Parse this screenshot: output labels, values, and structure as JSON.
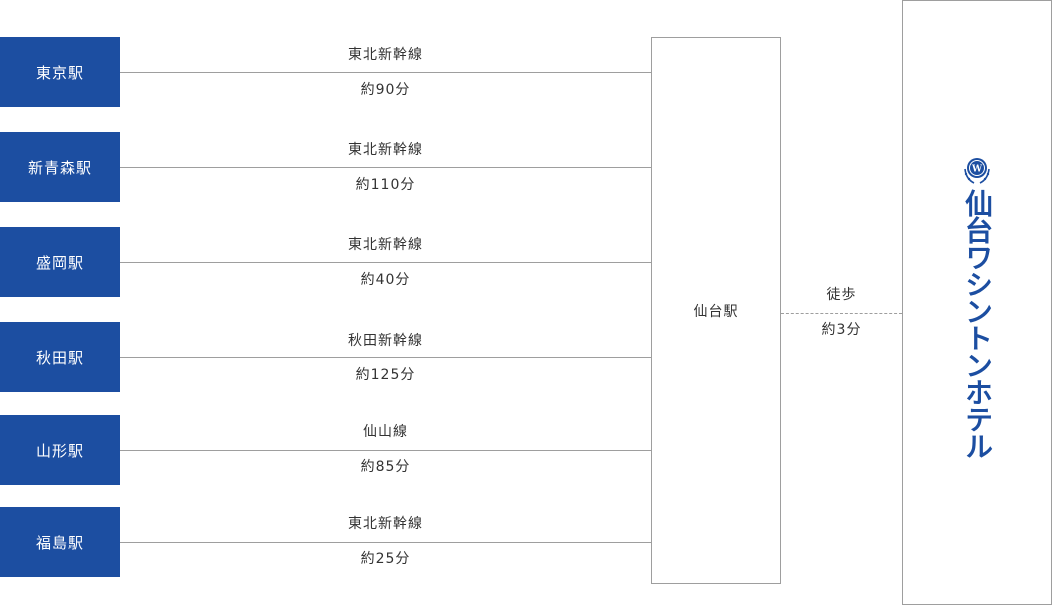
{
  "routes": [
    {
      "origin": "東京駅",
      "line": "東北新幹線",
      "time": "約90分"
    },
    {
      "origin": "新青森駅",
      "line": "東北新幹線",
      "time": "約110分"
    },
    {
      "origin": "盛岡駅",
      "line": "東北新幹線",
      "time": "約40分"
    },
    {
      "origin": "秋田駅",
      "line": "秋田新幹線",
      "time": "約125分"
    },
    {
      "origin": "山形駅",
      "line": "仙山線",
      "time": "約85分"
    },
    {
      "origin": "福島駅",
      "line": "東北新幹線",
      "time": "約25分"
    }
  ],
  "hub": {
    "name": "仙台駅"
  },
  "walk": {
    "mode": "徒歩",
    "time": "約3分"
  },
  "hotel": {
    "name": "仙台ワシントンホテル",
    "logo_icon": "washington-hotel-emblem-icon",
    "brand_color": "#1c4ea1"
  },
  "colors": {
    "origin_bg": "#1c4ea1",
    "line": "#9e9e9e"
  }
}
